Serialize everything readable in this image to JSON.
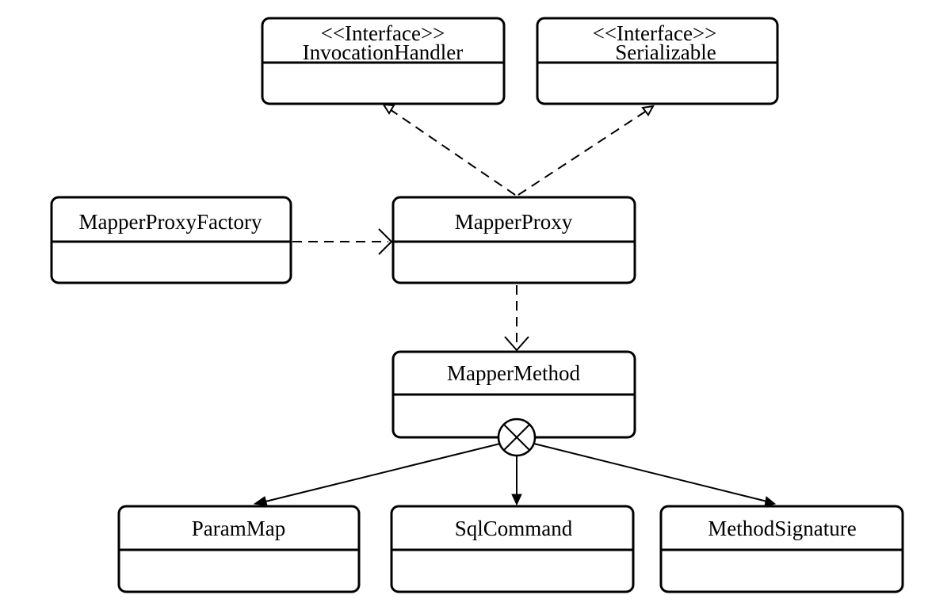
{
  "classes": {
    "invocation_handler": {
      "stereotype": "<<Interface>>",
      "name": "InvocationHandler"
    },
    "serializable": {
      "stereotype": "<<Interface>>",
      "name": "Serializable"
    },
    "mapper_proxy_factory": {
      "name": "MapperProxyFactory"
    },
    "mapper_proxy": {
      "name": "MapperProxy"
    },
    "mapper_method": {
      "name": "MapperMethod"
    },
    "param_map": {
      "name": "ParamMap"
    },
    "sql_command": {
      "name": "SqlCommand"
    },
    "method_signature": {
      "name": "MethodSignature"
    }
  },
  "relations": [
    {
      "from": "mapper_proxy",
      "to": "invocation_handler",
      "kind": "realization"
    },
    {
      "from": "mapper_proxy",
      "to": "serializable",
      "kind": "realization"
    },
    {
      "from": "mapper_proxy_factory",
      "to": "mapper_proxy",
      "kind": "dependency"
    },
    {
      "from": "mapper_proxy",
      "to": "mapper_method",
      "kind": "dependency"
    },
    {
      "from": "mapper_method",
      "to": "param_map",
      "kind": "nested-association"
    },
    {
      "from": "mapper_method",
      "to": "sql_command",
      "kind": "nested-association"
    },
    {
      "from": "mapper_method",
      "to": "method_signature",
      "kind": "nested-association"
    }
  ]
}
